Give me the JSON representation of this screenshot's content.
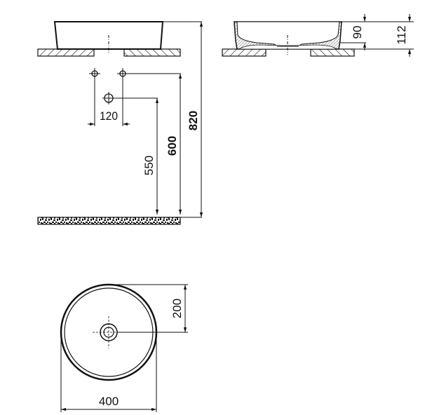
{
  "drawing": {
    "title": "Washbasin dimension drawing",
    "colors": {
      "line": "#111111",
      "background": "#ffffff"
    },
    "front_view": {
      "dimensions": {
        "tap_spacing": "120",
        "waste_height": "550",
        "tap_height": "600",
        "total_height": "820"
      }
    },
    "side_section": {
      "dimensions": {
        "bowl_height": "90",
        "overall_height": "112"
      }
    },
    "top_view": {
      "dimensions": {
        "radius_offset": "200",
        "diameter": "400"
      }
    }
  }
}
